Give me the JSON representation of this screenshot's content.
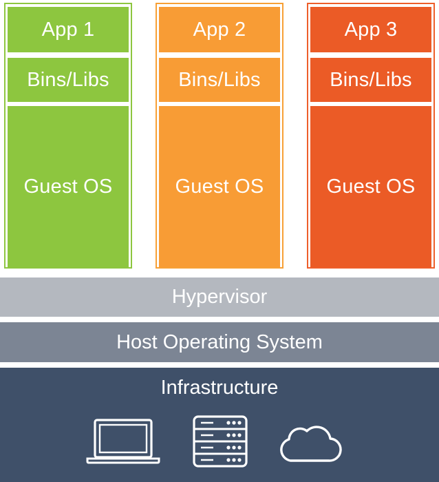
{
  "vms": [
    {
      "app": "App 1",
      "bins": "Bins/Libs",
      "os": "Guest OS"
    },
    {
      "app": "App 2",
      "bins": "Bins/Libs",
      "os": "Guest OS"
    },
    {
      "app": "App 3",
      "bins": "Bins/Libs",
      "os": "Guest OS"
    }
  ],
  "hypervisor": "Hypervisor",
  "host_os": "Host Operating System",
  "infrastructure": {
    "label": "Infrastructure",
    "icons": [
      "laptop-icon",
      "server-icon",
      "cloud-icon"
    ]
  },
  "colors": {
    "vm1": "#8dc63f",
    "vm2": "#f89c35",
    "vm3": "#eb5b26",
    "hypervisor": "#b4b8bf",
    "host_os": "#7c8594",
    "infrastructure": "#3f5069"
  }
}
